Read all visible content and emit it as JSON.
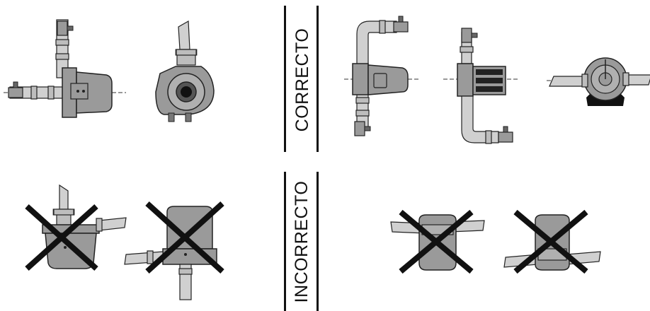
{
  "labels": {
    "correct": "CORRECTO",
    "incorrect": "INCORRECTO"
  },
  "colors": {
    "pump_body": "#9a9a9a",
    "pump_dark": "#6f6f6f",
    "pipe": "#d0d0d0",
    "outline": "#222222",
    "cross": "#111111"
  },
  "sections": [
    {
      "name": "correcto",
      "figures": 5
    },
    {
      "name": "incorrecto",
      "figures": 4
    }
  ]
}
